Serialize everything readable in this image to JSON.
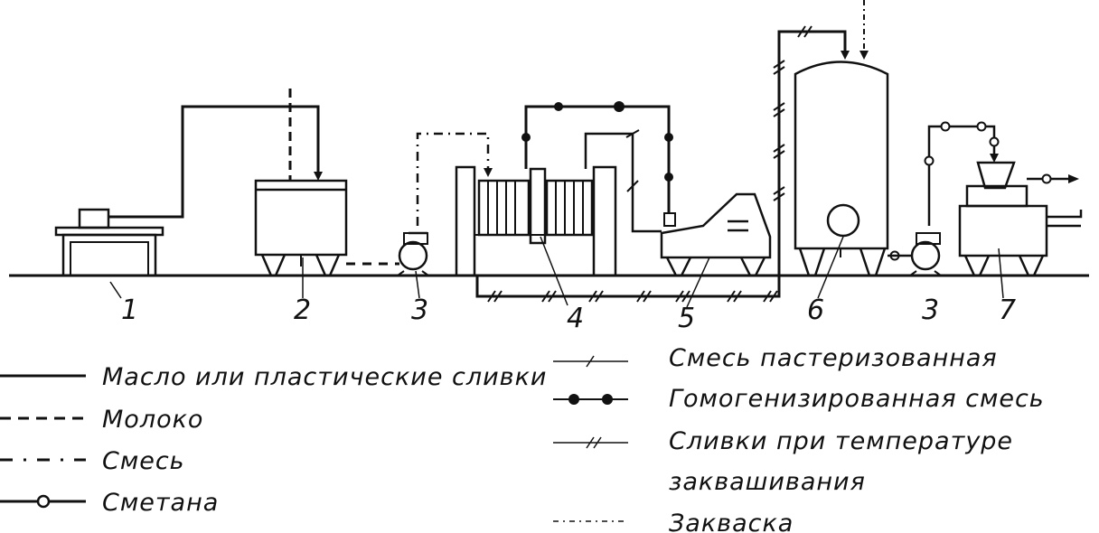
{
  "diagram": {
    "equipment_numbers": [
      "1",
      "2",
      "3",
      "4",
      "5",
      "6",
      "3",
      "7"
    ],
    "legend": {
      "left": [
        {
          "line": "solid",
          "label": "Масло или пластические сливки"
        },
        {
          "line": "dashed",
          "label": "Молоко"
        },
        {
          "line": "dash-dot",
          "label": "Смесь"
        },
        {
          "line": "circles",
          "label": "Сметана"
        }
      ],
      "right": [
        {
          "line": "single-slash",
          "label": "Смесь пастеризованная"
        },
        {
          "line": "dots",
          "label": "Гомогенизированная смесь"
        },
        {
          "line": "double-slash",
          "label": "Сливки при температуре",
          "label_cont": "заквашивания"
        },
        {
          "line": "dash-dot-dot",
          "label": "Закваска"
        }
      ]
    }
  }
}
